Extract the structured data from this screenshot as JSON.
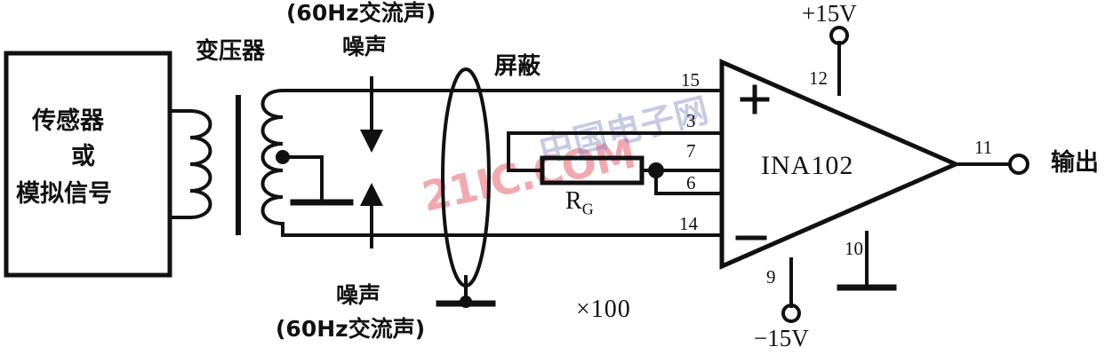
{
  "figure": {
    "kind": "circuit-schematic",
    "title_text": "",
    "gain_label": "×100"
  },
  "source_block": {
    "line1": "传感器",
    "line2": "或",
    "line3": "模拟信号"
  },
  "components": {
    "transformer_label": "变压器",
    "shield_label": "屏蔽",
    "gain_resistor_label": "R",
    "gain_resistor_sub": "G",
    "amplifier_label": "INA102",
    "input_plus": "+",
    "input_minus": "−"
  },
  "noise": {
    "top_line1": "(60Hz交流声)",
    "top_line2": "噪声",
    "bottom_line1": "噪声",
    "bottom_line2": "(60Hz交流声)"
  },
  "pins": {
    "in_15": "15",
    "in_3": "3",
    "in_7": "7",
    "in_6": "6",
    "in_14": "14",
    "vpos_12": "12",
    "vneg_9": "9",
    "ref_10": "10",
    "out_11": "11"
  },
  "supplies": {
    "positive": "+15V",
    "negative": "−15V"
  },
  "output": {
    "label": "输出"
  },
  "watermarks": {
    "red": "21IC.COM",
    "blue": "中国电子网"
  },
  "colors": {
    "ink": "#111111",
    "paper": "#ffffff",
    "watermark_red": "#e8606e",
    "watermark_blue": "#7880be"
  }
}
